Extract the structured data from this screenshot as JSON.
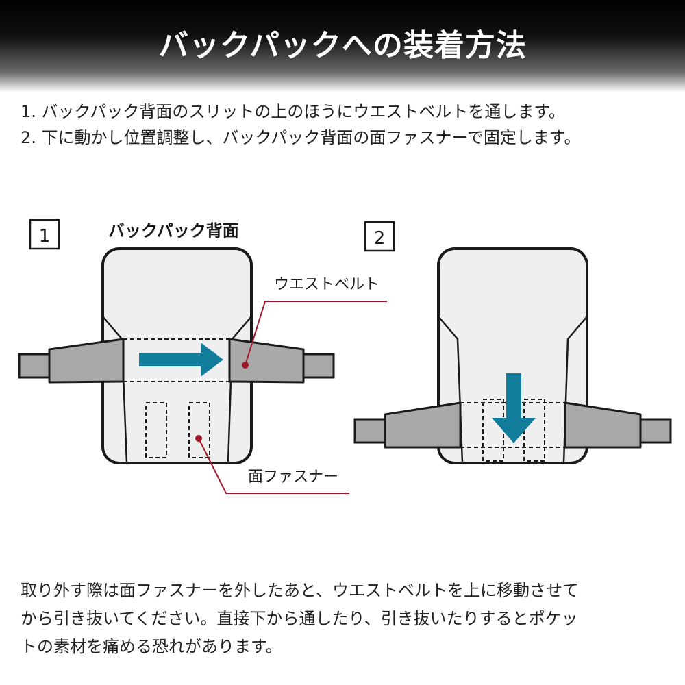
{
  "header": {
    "title": "バックパックへの装着方法"
  },
  "steps": [
    "1. バックパック背面のスリットの上のほうにウエストベルトを通します。",
    "2. 下に動かし位置調整し、バックパック背面の面ファスナーで固定します。"
  ],
  "diagram": {
    "panel1": {
      "number": "1",
      "caption": "バックパック背面",
      "label_belt": "ウエストベルト",
      "label_fastener": "面ファスナー"
    },
    "panel2": {
      "number": "2"
    }
  },
  "note": [
    "取り外す際は面ファスナーを外したあと、ウエストベルトを上に移動させて",
    "から引き抜いてください。直接下から通したり、引き抜いたりするとポケッ",
    "トの素材を痛める恐れがあります。"
  ],
  "colors": {
    "arrow": "#117d9b",
    "callout": "#a0172a",
    "belt": "#a9a9a9",
    "panel": "#efefef",
    "outline": "#1a1a1a"
  }
}
